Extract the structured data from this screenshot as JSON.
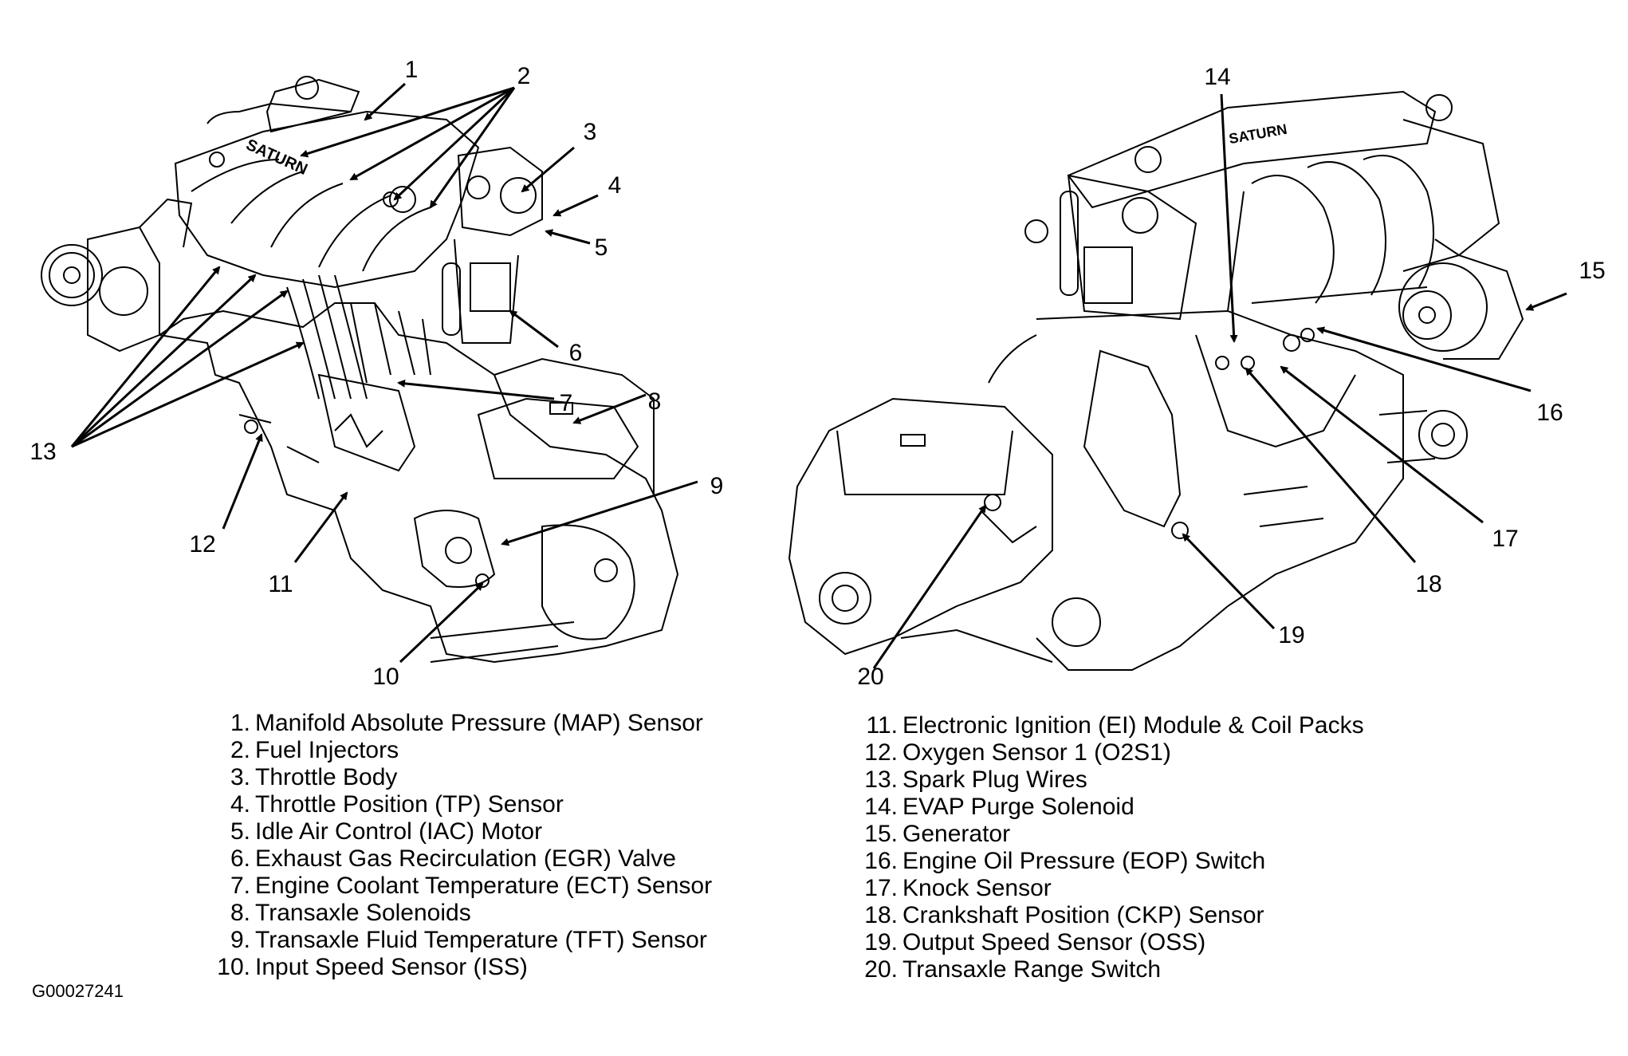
{
  "figure": {
    "title": "Engine Component Locator",
    "figure_id": "G00027241",
    "views": [
      "left-engine-view",
      "right-engine-view"
    ]
  },
  "callouts": [
    {
      "id": 1,
      "label": "1"
    },
    {
      "id": 2,
      "label": "2"
    },
    {
      "id": 3,
      "label": "3"
    },
    {
      "id": 4,
      "label": "4"
    },
    {
      "id": 5,
      "label": "5"
    },
    {
      "id": 6,
      "label": "6"
    },
    {
      "id": 7,
      "label": "7"
    },
    {
      "id": 8,
      "label": "8"
    },
    {
      "id": 9,
      "label": "9"
    },
    {
      "id": 10,
      "label": "10"
    },
    {
      "id": 11,
      "label": "11"
    },
    {
      "id": 12,
      "label": "12"
    },
    {
      "id": 13,
      "label": "13"
    },
    {
      "id": 14,
      "label": "14"
    },
    {
      "id": 15,
      "label": "15"
    },
    {
      "id": 16,
      "label": "16"
    },
    {
      "id": 17,
      "label": "17"
    },
    {
      "id": 18,
      "label": "18"
    },
    {
      "id": 19,
      "label": "19"
    },
    {
      "id": 20,
      "label": "20"
    }
  ],
  "legend": {
    "left": [
      {
        "num": "1.",
        "text": "Manifold Absolute Pressure (MAP) Sensor"
      },
      {
        "num": "2.",
        "text": "Fuel Injectors"
      },
      {
        "num": "3.",
        "text": "Throttle Body"
      },
      {
        "num": "4.",
        "text": "Throttle Position (TP) Sensor"
      },
      {
        "num": "5.",
        "text": "Idle Air Control (IAC) Motor"
      },
      {
        "num": "6.",
        "text": "Exhaust Gas Recirculation (EGR) Valve"
      },
      {
        "num": "7.",
        "text": "Engine Coolant Temperature (ECT) Sensor"
      },
      {
        "num": "8.",
        "text": "Transaxle Solenoids"
      },
      {
        "num": "9.",
        "text": "Transaxle Fluid Temperature (TFT) Sensor"
      },
      {
        "num": "10.",
        "text": "Input Speed Sensor (ISS)"
      }
    ],
    "right": [
      {
        "num": "11.",
        "text": "Electronic Ignition (EI) Module & Coil Packs"
      },
      {
        "num": "12.",
        "text": "Oxygen Sensor 1 (O2S1)"
      },
      {
        "num": "13.",
        "text": "Spark Plug Wires"
      },
      {
        "num": "14.",
        "text": "EVAP Purge Solenoid"
      },
      {
        "num": "15.",
        "text": "Generator"
      },
      {
        "num": "16.",
        "text": "Engine Oil Pressure (EOP) Switch"
      },
      {
        "num": "17.",
        "text": "Knock Sensor"
      },
      {
        "num": "18.",
        "text": "Crankshaft Position (CKP) Sensor"
      },
      {
        "num": "19.",
        "text": "Output Speed Sensor (OSS)"
      },
      {
        "num": "20.",
        "text": "Transaxle Range Switch"
      }
    ]
  }
}
